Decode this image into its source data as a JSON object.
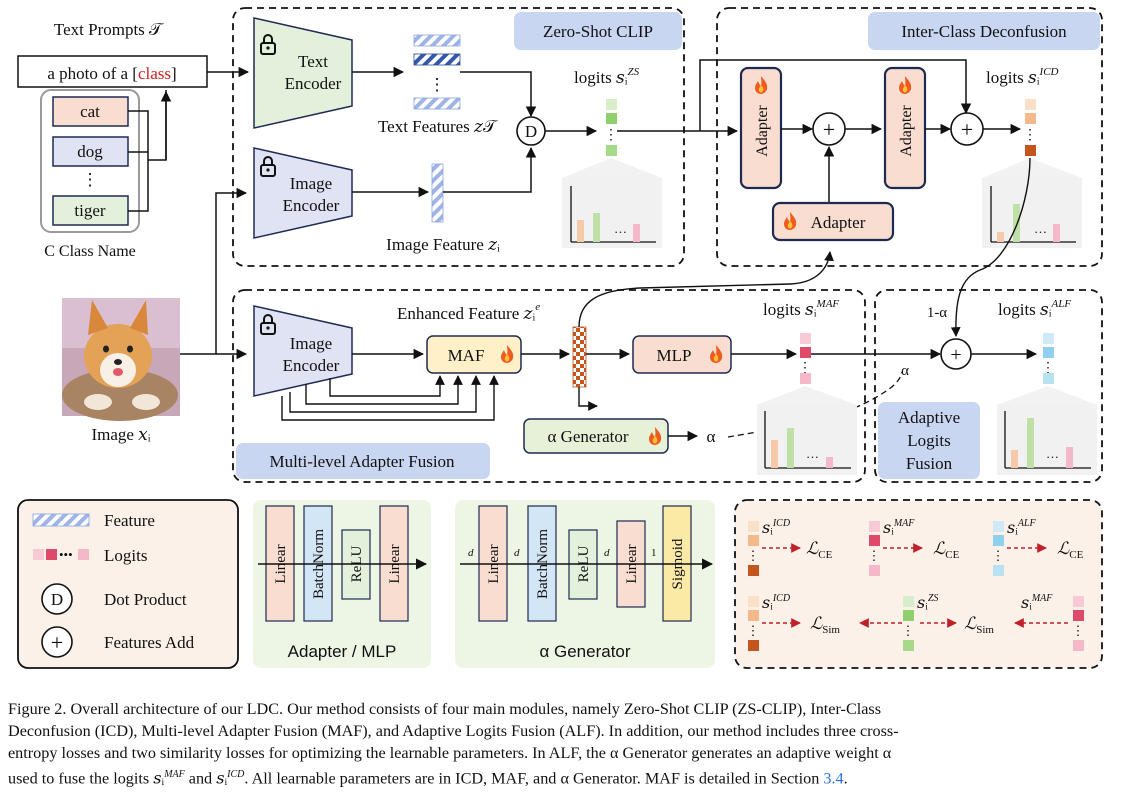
{
  "colors": {
    "text_encoder": "#e3f1dc",
    "image_encoder": "#dfe3f4",
    "blue_tag": "#c9d6f1",
    "adapter": "#f8ddd0",
    "adapter_border": "#1f2a52",
    "maf": "#fff0c8",
    "alpha_gen": "#e6f1d8",
    "legend_bg": "#fcf1e8",
    "block_bg": "#edf5e4",
    "logit_green": "#b7dca0",
    "logit_pink": "#f4b8c8",
    "logit_red": "#e04a6a",
    "logit_orange": "#f3c8a4",
    "logit_brown": "#c3551f",
    "logit_blue": "#8fd0ee",
    "class_red": "#d02020"
  },
  "left": {
    "text_prompts": "Text Prompts 𝒯",
    "prompt_prefix": "a photo of a [",
    "prompt_class": "class",
    "prompt_suffix": "]",
    "classes": [
      "cat",
      "dog",
      "⋮",
      "tiger"
    ],
    "class_caption": "C Class Name",
    "image_caption": "Image 𝑥ᵢ"
  },
  "zs": {
    "title": "Zero-Shot CLIP",
    "text_encoder": [
      "Text",
      "Encoder"
    ],
    "image_encoder": [
      "Image",
      "Encoder"
    ],
    "text_features": "Text Features 𝑧𝒯",
    "image_feature": "Image Feature 𝑧ᵢ",
    "dot": "D",
    "logits_label": "logits 𝑠ᵢ",
    "logits_sup": "ZS"
  },
  "icd": {
    "title": "Inter-Class Deconfusion",
    "adapter_v1": "Adapter",
    "adapter_v2": "Adapter",
    "adapter_h": "Adapter",
    "logits_label": "logits 𝑠ᵢ",
    "logits_sup": "ICD"
  },
  "maf": {
    "title": "Multi-level Adapter Fusion",
    "image_encoder": [
      "Image",
      "Encoder"
    ],
    "maf_label": "MAF",
    "mlp_label": "MLP",
    "enhanced": "Enhanced Feature 𝑧ᵢ",
    "enhanced_sup": "e",
    "alpha_gen": "α  Generator",
    "alpha_out": "α",
    "logits_label": "logits 𝑠ᵢ",
    "logits_sup": "MAF"
  },
  "alf": {
    "title": [
      "Adaptive",
      "Logits",
      "Fusion"
    ],
    "one_minus_alpha": "1-α",
    "alpha": "α",
    "logits_label": "logits 𝑠ᵢ",
    "logits_sup": "ALF"
  },
  "legend": {
    "feature": "Feature",
    "logits": "Logits",
    "dot_symbol": "D",
    "dot_product": "Dot Product",
    "add_symbol": "+",
    "features_add": "Features Add"
  },
  "block_adapter": {
    "layers": [
      "Linear",
      "BatchNorm",
      "ReLU",
      "Linear"
    ],
    "caption": "Adapter / MLP"
  },
  "block_alpha": {
    "layers": [
      "Linear",
      "BatchNorm",
      "ReLU",
      "Linear",
      "Sigmoid"
    ],
    "dims": [
      "d",
      "d",
      "d",
      "1"
    ],
    "caption": "α Generator"
  },
  "losses": {
    "ce": "ℒ",
    "ce_sub": "CE",
    "sim": "ℒ",
    "sim_sub": "Sim",
    "s": "𝑠ᵢ",
    "icd": "ICD",
    "maf": "MAF",
    "alf": "ALF",
    "zs": "ZS"
  },
  "caption": {
    "line1": "Figure 2.  Overall architecture of our LDC. Our method consists of four main modules, namely Zero-Shot CLIP (ZS-CLIP), Inter-Class",
    "line2": "Deconfusion (ICD), Multi-level Adapter Fusion (MAF), and Adaptive Logits Fusion (ALF). In addition, our method includes three cross-",
    "line3": "entropy losses and two similarity losses for optimizing the learnable parameters. In ALF, the α Generator generates an adaptive weight α",
    "line4a": "used to fuse the logits 𝑠ᵢ",
    "line4b": "MAF",
    "line4c": " and 𝑠ᵢ",
    "line4d": "ICD",
    "line4e": ". All learnable parameters are in ICD, MAF, and α Generator. MAF is detailed in Section ",
    "line4ref": "3.4",
    "line4f": "."
  }
}
